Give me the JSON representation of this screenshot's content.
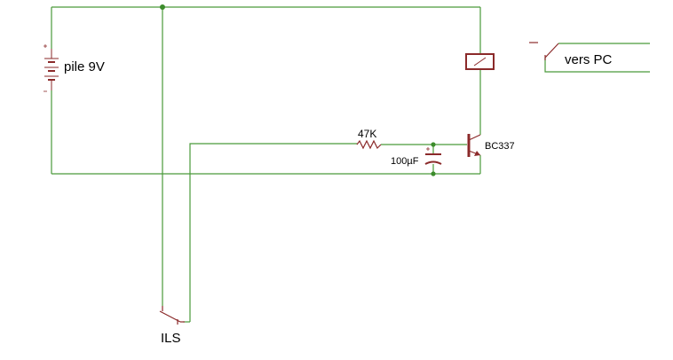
{
  "labels": {
    "battery": "pile 9V",
    "output": "vers PC",
    "resistor": "47K",
    "capacitor": "100µF",
    "transistor": "BC337",
    "reed_switch": "ILS"
  },
  "colors": {
    "wire": "#4a9a3a",
    "component": "#8b2a2a",
    "junction": "#3c8c2c",
    "text": "#000000"
  }
}
